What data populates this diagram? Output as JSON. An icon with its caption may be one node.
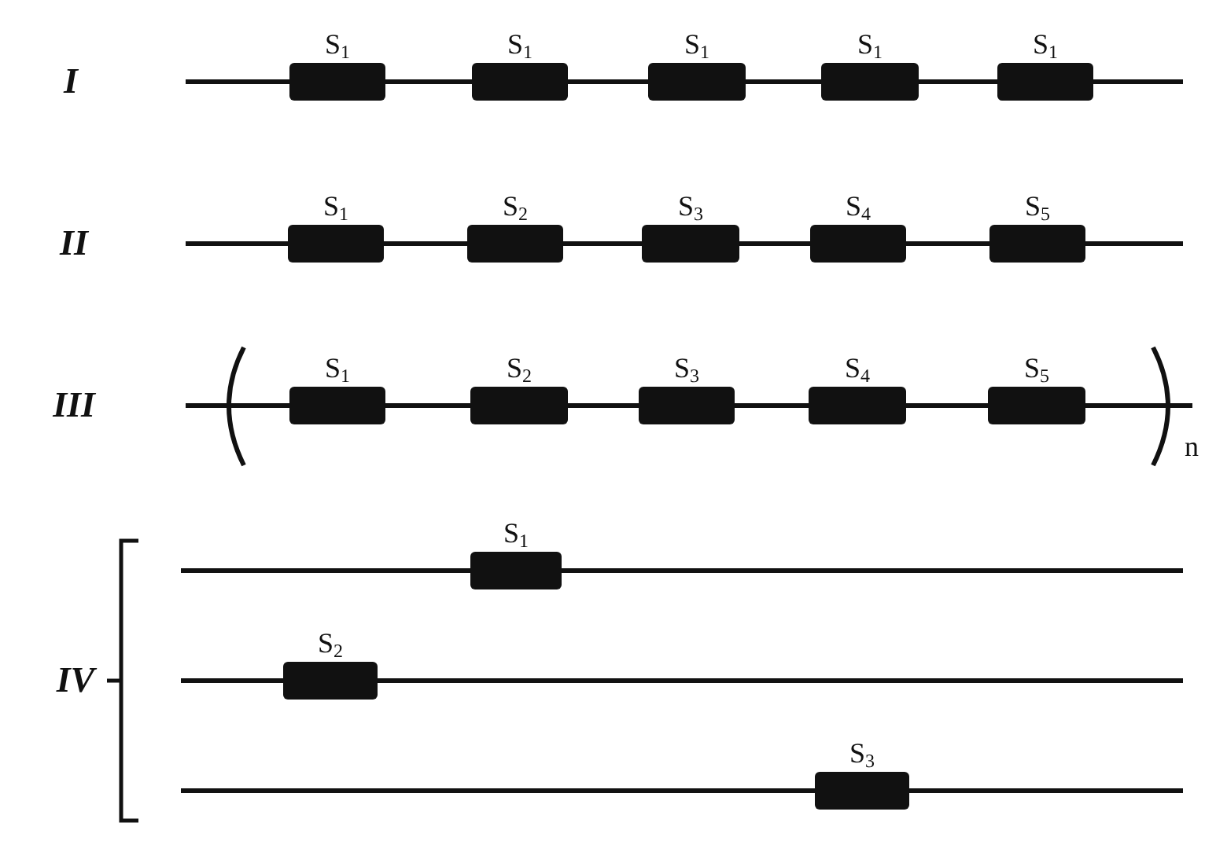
{
  "diagram": {
    "nodes": [
      {
        "text": [
          "S$_{1}$"
        ]
      },
      {
        "text": [
          "S$_{1}$"
        ]
      },
      {
        "text": [
          "S$_{1}$"
        ]
      },
      {
        "text": [
          "S$_{1}$"
        ]
      },
      {
        "text": [
          "S$_{1}$"
        ]
      },
      {
        "text": [
          "S$_{1}$"
        ]
      },
      {
        "text": [
          "S$_{2}$"
        ]
      },
      {
        "text": [
          "S$_{3}$"
        ]
      },
      {
        "text": [
          "S$_{4}$"
        ]
      },
      {
        "text": [
          "S$_{5}$"
        ]
      },
      {
        "text": [
          "S$_{1}$"
        ]
      },
      {
        "text": [
          "S$_{2}$"
        ]
      },
      {
        "text": [
          "S$_{3}$"
        ]
      },
      {
        "text": [
          "S$_{4}$"
        ]
      },
      {
        "text": [
          "S$_{5}$"
        ]
      },
      {
        "text": [
          "S$_{1}$"
        ]
      },
      {
        "text": [
          "S$_{2}$"
        ]
      },
      {
        "text": [
          "S$_{3}$"
        ]
      }
    ],
    "edges": [
      {
        "from": null,
        "to": 0,
        "arrow": "none"
      },
      {
        "from": 0,
        "to": 1,
        "arrow": "none"
      },
      {
        "from": 1,
        "to": 2,
        "arrow": "none"
      },
      {
        "from": 2,
        "to": 3,
        "arrow": "none"
      },
      {
        "from": 3,
        "to": 4,
        "arrow": "none"
      },
      {
        "from": 4,
        "to": null,
        "arrow": "none"
      },
      {
        "from": null,
        "to": 5,
        "arrow": "none"
      },
      {
        "from": 5,
        "to": 6,
        "arrow": "none"
      },
      {
        "from": 6,
        "to": 7,
        "arrow": "none"
      },
      {
        "from": 7,
        "to": 8,
        "arrow": "none"
      },
      {
        "from": 8,
        "to": 9,
        "arrow": "none"
      },
      {
        "from": 9,
        "to": null,
        "arrow": "none"
      },
      {
        "from": null,
        "to": 10,
        "arrow": "none"
      },
      {
        "from": 10,
        "to": 11,
        "arrow": "none"
      },
      {
        "from": 11,
        "to": 12,
        "arrow": "none"
      },
      {
        "from": 12,
        "to": 13,
        "arrow": "none"
      },
      {
        "from": 13,
        "to": 14,
        "arrow": "none"
      },
      {
        "from": 14,
        "to": null,
        "arrow": "none"
      },
      {
        "from": null,
        "to": 15,
        "arrow": "none"
      },
      {
        "from": 15,
        "to": null,
        "arrow": "none"
      },
      {
        "from": null,
        "to": 16,
        "arrow": "none"
      },
      {
        "from": 16,
        "to": null,
        "arrow": "none"
      },
      {
        "from": null,
        "to": 17,
        "arrow": "none"
      },
      {
        "from": 17,
        "to": null,
        "arrow": "none"
      }
    ],
    "labels": [
      "I",
      "II",
      "III",
      "n",
      "IV"
    ]
  }
}
